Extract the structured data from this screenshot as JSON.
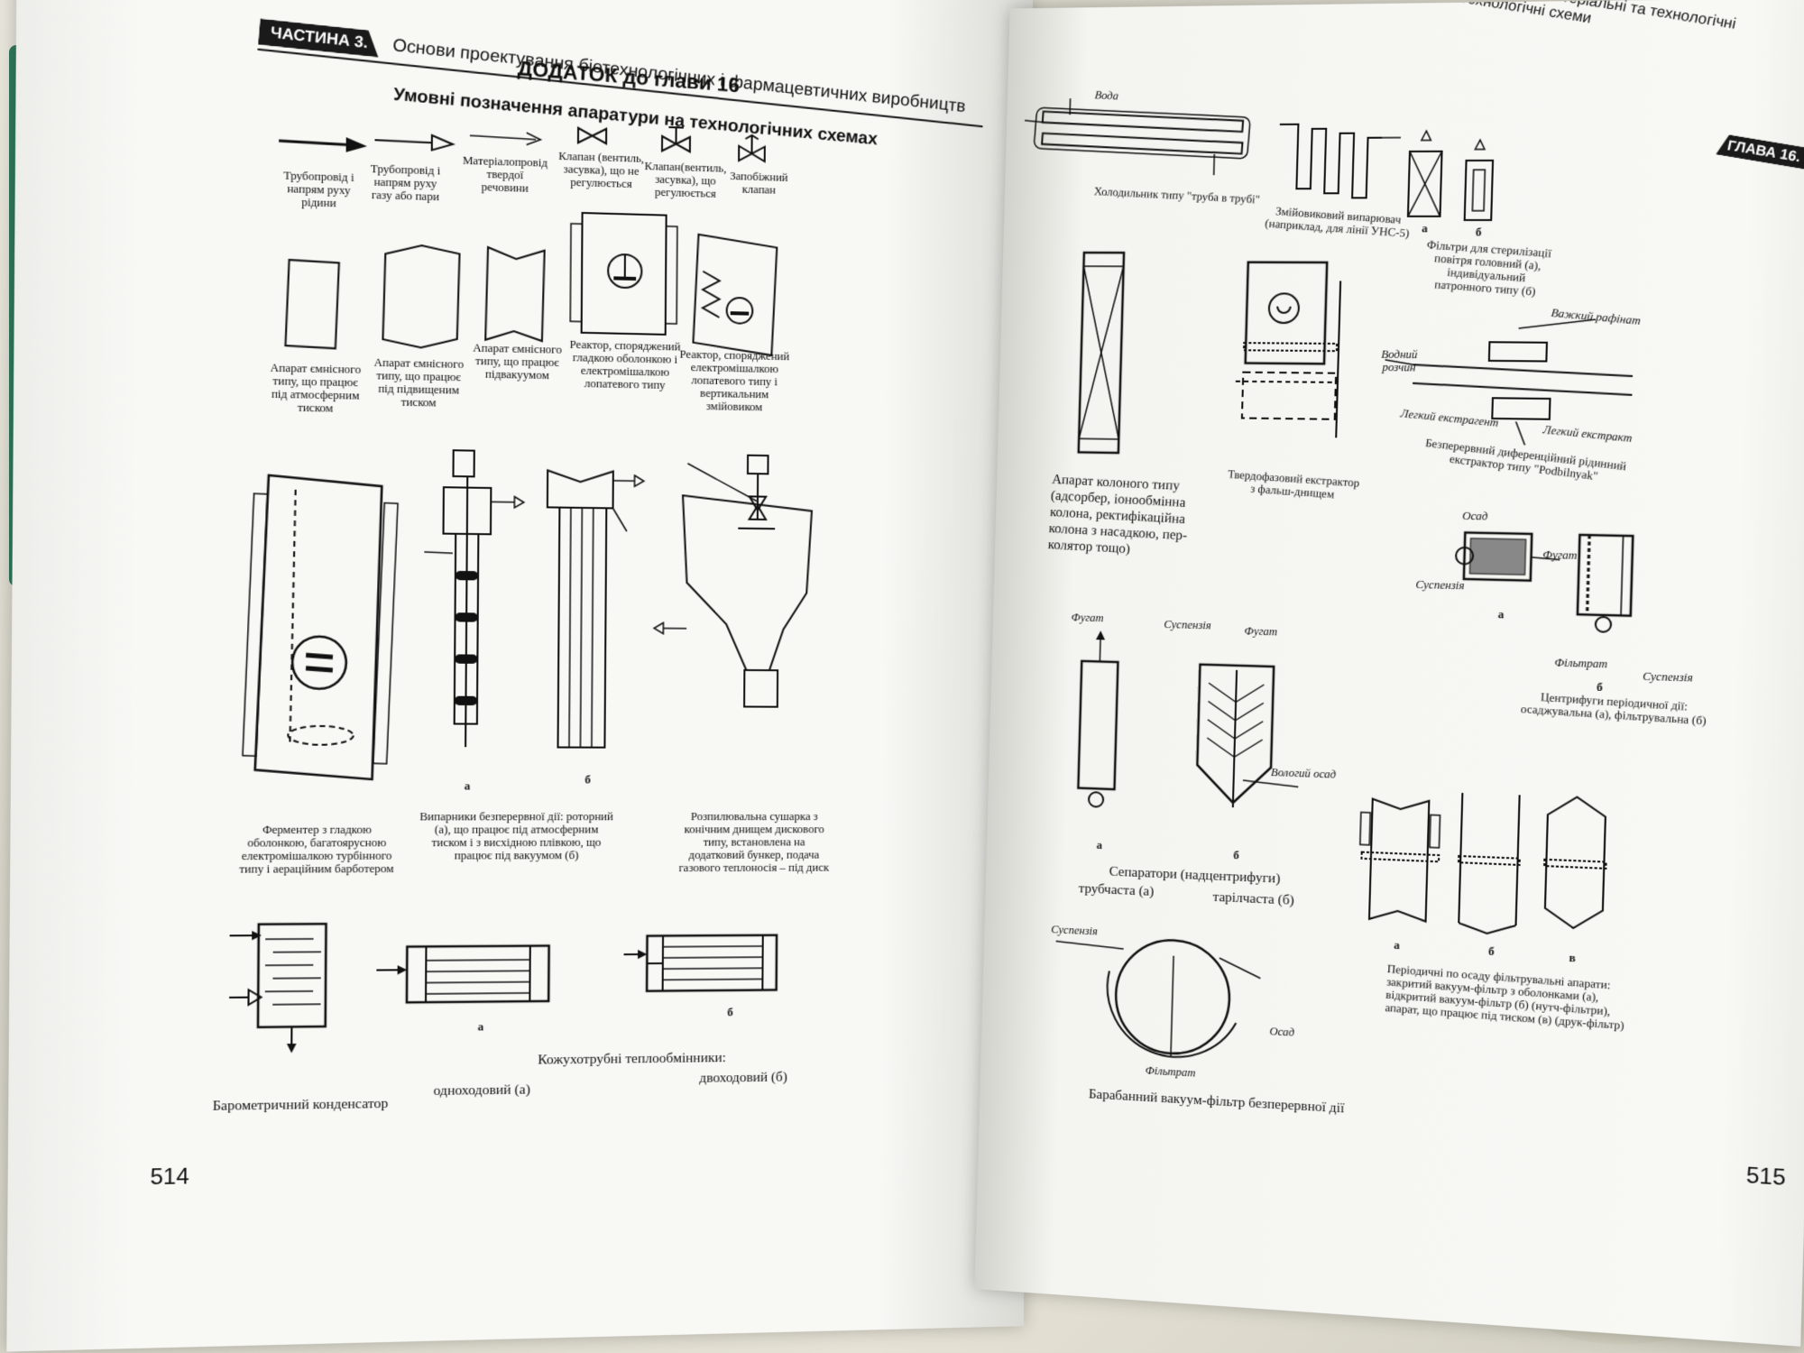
{
  "left_page": {
    "part_label": "ЧАСТИНА 3.",
    "header": "Основи проектування біотехнологічних і фармацевтичних виробництв",
    "title": "ДОДАТОК до глави 16",
    "subtitle": "Умовні позначення апаратури на технологічних схемах",
    "page_number": "514",
    "symbols": [
      {
        "id": "liquid-pipe",
        "caption": "Трубопровід і\nнапрям руху\nрідини"
      },
      {
        "id": "gas-pipe",
        "caption": "Трубопровід і\nнапрям руху\nгазу або пари"
      },
      {
        "id": "solid-pipe",
        "caption": "Матеріалопровід\nтвердої\nречовини"
      },
      {
        "id": "valve-unregulated",
        "caption": "Клапан (вентиль,\nзасувка), що не\nрегулюється"
      },
      {
        "id": "valve-regulated",
        "caption": "Клапан(вентиль,\nзасувка), що\nрегулюється"
      },
      {
        "id": "safety-valve",
        "caption": "Запобіжний\nклапан"
      }
    ],
    "vessels": [
      {
        "id": "vessel-atm",
        "caption": "Апарат ємнісного\nтипу, що працює\nпід атмосферним\nтиском"
      },
      {
        "id": "vessel-pressure",
        "caption": "Апарат ємнісного\nтипу, що працює\nпід підвищеним\nтиском"
      },
      {
        "id": "vessel-vacuum",
        "caption": "Апарат ємнісного\nтипу, що працює\nпідвакуумом"
      },
      {
        "id": "reactor-jacket",
        "caption": "Реактор, споряджений\nгладкою оболонкою і\nелектромішалкою\nлопатевого типу"
      },
      {
        "id": "reactor-coil",
        "caption": "Реактор, споряджений\nелектромішалкою\nлопатевого типу і\nвертикальним\nзмійовиком"
      }
    ],
    "fermenter_caption": "Ферментер з гладкою\nоболонкою, багатоярусною\nелектромішалкою турбінного\nтипу і аераційним барботером",
    "evaporator_caption": "Випарники безперервної дії: роторний\n(а), що працює під атмосферним\nтиском і з висхідною плівкою, що\nпрацює під вакуумом (б)",
    "dryer_caption": "Розпилювальна сушарка з\nконічним днищем дискового\nтипу, встановлена на\nдодатковий бункер, подача\nгазового теплоносія – під диск",
    "label_a": "а",
    "label_b": "б",
    "condenser_caption": "Барометричний конденсатор",
    "hx_title": "Кожухотрубні теплообмінники:",
    "hx_single": "одноходовий (а)",
    "hx_double": "двоходовий (б)"
  },
  "right_page": {
    "header": "Начальне проектування. Вибір концепції проекту. Матеріальні та технологічні розрахунки. Організація виробництва. Технологічні схеми",
    "chapter_label": "ГЛАВА 16.",
    "page_number": "515",
    "water_label": "Вода",
    "cooler_caption": "Холодильник типу \"труба в трубі\"",
    "coil_caption": "Змійовиковий випарювач\n(наприклад, для лінії УНС-5)",
    "filters_caption": "Фільтри для стерилізації\nповітря головний (а),\nіндивідуальний\nпатронного типу (б)",
    "column_caption": "Апарат колоного типу\n(адсорбер, іонообмінна\nколона, ректифікаційна\nколона з насадкою, пер-\nколятор тощо)",
    "solid_extractor_caption": "Твердофазовий екстрактор\nз фальш-днищем",
    "heavy_raffinate": "Важкий рафінат",
    "aqueous_solution": "Водний\nрозчин",
    "light_extractant": "Легкий екстрагент",
    "light_extract": "Легкий екстракт",
    "extractor_caption": "Безперервний диференційний рідинний\nекстрактор типу \"Podbilnyak\"",
    "sediment": "Осад",
    "fugate": "Фугат",
    "suspension": "Суспензія",
    "filtrate": "Фільтрат",
    "centrifuge_caption": "Центрифуги періодичної дії:\nосаджувальна (а), фільтрувальна (б)",
    "wet_sediment": "Вологий осад",
    "separator_caption": "Сепаратори (надцентрифуги)",
    "separator_a": "трубчаста (а)",
    "separator_b": "тарілчаста (б)",
    "batch_filters_caption": "Періодичні по осаду фільтрувальні апарати:\nзакритий вакуум-фільтр з оболонками (а),\nвідкритий вакуум-фільтр (б) (нутч-фільтри),\nапарат, що працює під тиском (в) (друк-фільтр)",
    "drum_filter_caption": "Барабанний вакуум-фільтр безперервної дії",
    "label_a": "а",
    "label_b": "б",
    "label_v": "в"
  }
}
